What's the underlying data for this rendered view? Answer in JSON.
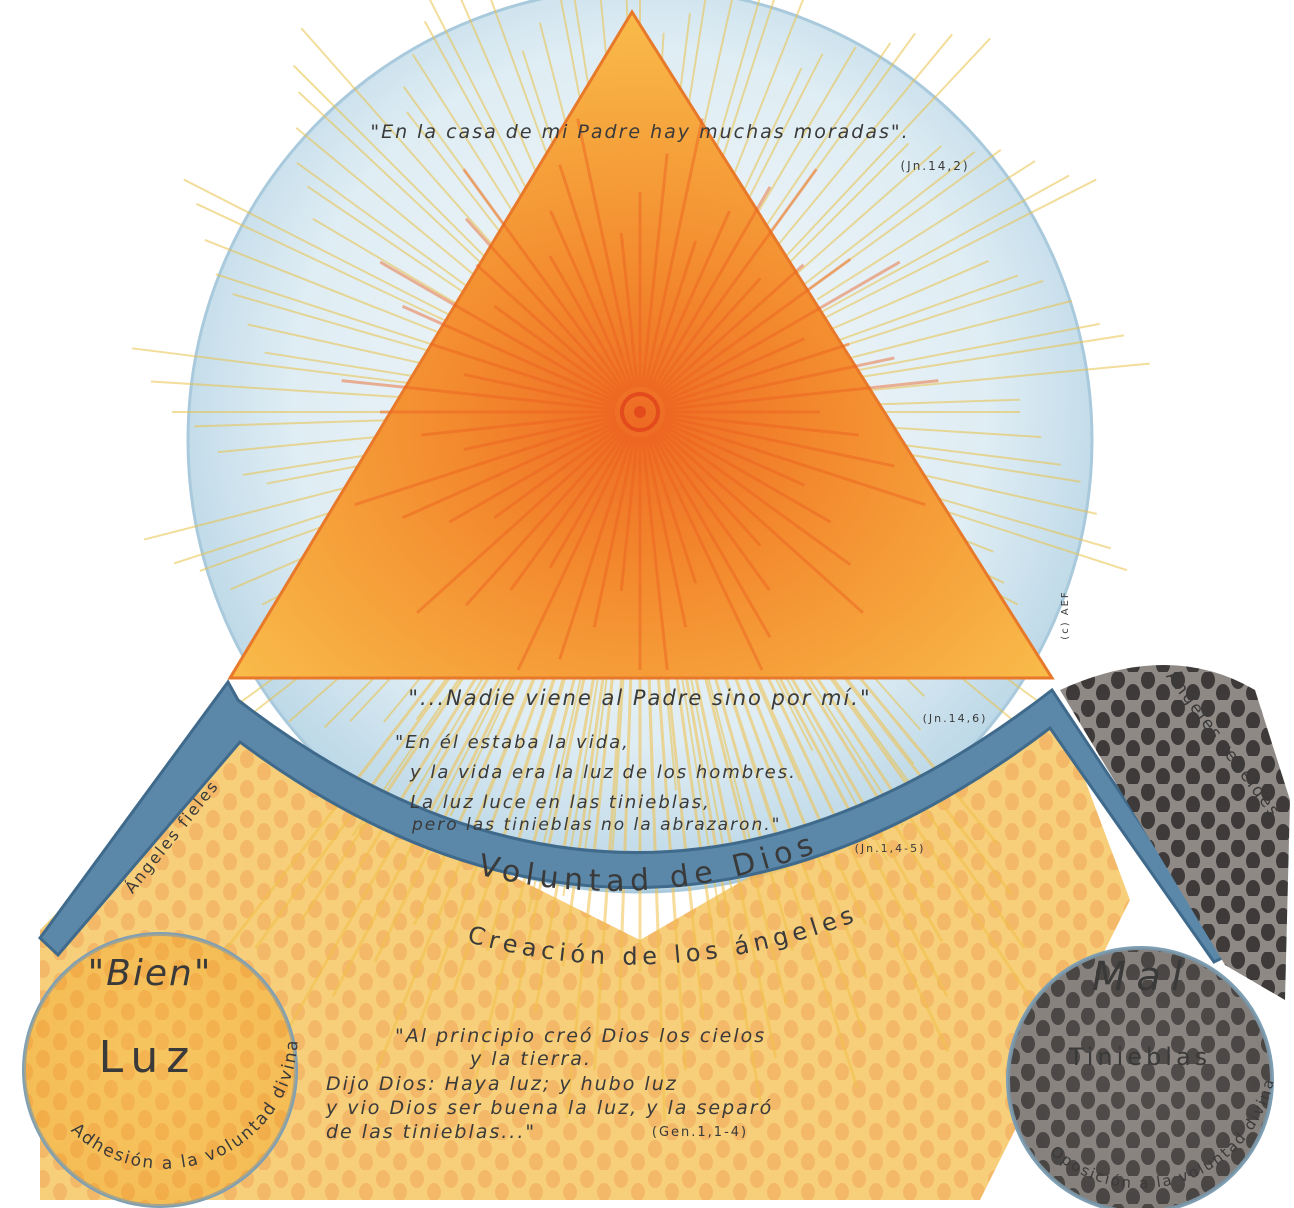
{
  "top_quote": {
    "text": "\"En la casa de mi Padre hay muchas moradas\".",
    "reference": "(Jn.14,2)"
  },
  "signature": "(c) AEF",
  "middle_quote": {
    "line1": "\"...Nadie viene al Padre sino por mí.\"",
    "ref1": "(Jn.14,6)",
    "line2": "\"En él estaba la vida,",
    "line3": "y la vida era la luz de los hombres.",
    "line4": "La luz luce en las tinieblas,",
    "line5": "pero las tinieblas no la abrazaron.\"",
    "ref2": "(Jn.1,4-5)"
  },
  "band_label": "Voluntad de Dios",
  "creation_label": "Creación de los ángeles",
  "left": {
    "side_label": "Ángeles fieles",
    "title": "\"Bien\"",
    "subtitle": "Luz",
    "arc_label": "Adhesión a la voluntad divina"
  },
  "right": {
    "side_label": "Ángeles rebeldes",
    "title": "Mal",
    "subtitle": "Tinieblas",
    "arc_label": "Oposición a la voluntad divina"
  },
  "bottom_quote": {
    "line1": "\"Al principio creó Dios los cielos",
    "line2": "y la tierra.",
    "line3": "Dijo Dios: Haya luz; y hubo luz",
    "line4": "y vio Dios ser buena la luz, y la separó",
    "line5": "de las tinieblas...\"",
    "ref": "(Gen.1,1-4)"
  },
  "colors": {
    "sky": "#cfe3ee",
    "triangle": "#f7a63a",
    "rays": "#f08a28",
    "band": "#5b87a8",
    "gold": "#f4b84a",
    "dark": "#4a4644"
  }
}
